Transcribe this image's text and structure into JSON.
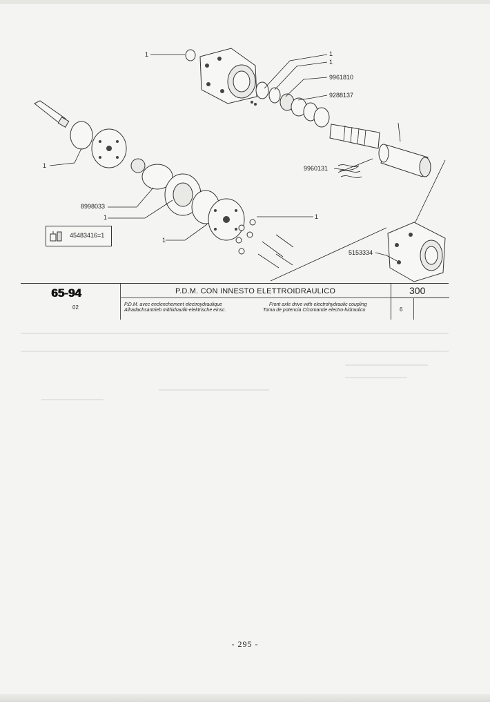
{
  "diagram": {
    "callouts": [
      "1",
      "1",
      "1",
      "9961810",
      "9288137",
      "9960131",
      "8998033",
      "1",
      "1",
      "1",
      "5153334"
    ],
    "kit_label": "45483416=1"
  },
  "title_block": {
    "model": "65-94",
    "model_sub": "02",
    "title_it": "P.D.M. CON INNESTO ELETTROIDRAULICO",
    "title_fr": "P.D.M. avec enclenchement electroydraulique",
    "title_de": "Allradachsantrieb mithidraulik-elektrische einsc.",
    "title_en": "Front axle drive with electrohydraulic coupling",
    "title_es": "Toma de potencia C/comande electro-hidraulico",
    "page_code": "300",
    "sub_code": "6"
  },
  "footer": {
    "page_number": "- 295 -"
  },
  "colors": {
    "paper": "#f4f4f2",
    "ink": "#222222"
  }
}
